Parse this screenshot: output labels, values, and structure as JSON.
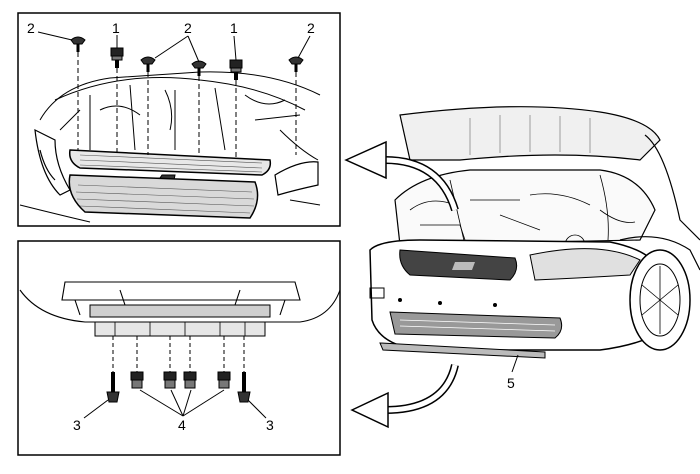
{
  "figure": {
    "top_panel": {
      "callouts": [
        "2",
        "1",
        "2",
        "1",
        "2"
      ]
    },
    "bottom_panel": {
      "callouts": [
        "3",
        "4",
        "3"
      ]
    },
    "vehicle_view": {
      "callouts": [
        "5"
      ]
    },
    "icons": {
      "upper_arrow": "curved-arrow-left-icon",
      "lower_arrow": "curved-arrow-down-left-icon"
    }
  }
}
